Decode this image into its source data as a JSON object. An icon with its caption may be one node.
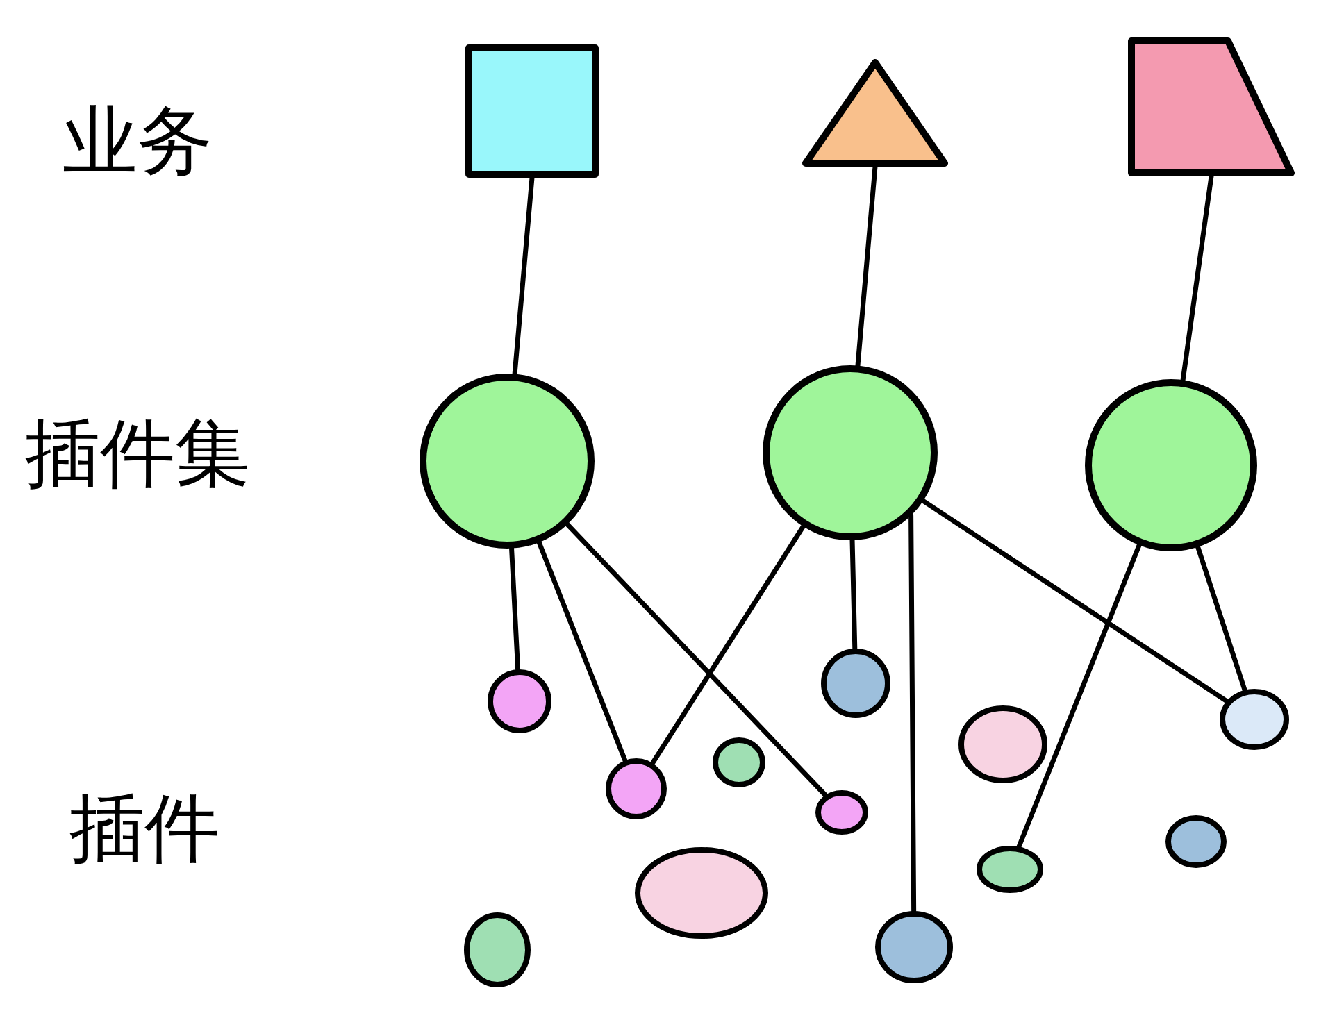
{
  "diagram": {
    "nodes": [
      {
        "text": [],
        "shape": "box"
      },
      {
        "text": [],
        "shape": "triangle"
      },
      {
        "text": [],
        "shape": "trapezoid"
      },
      {
        "text": [],
        "shape": "circle"
      },
      {
        "text": [],
        "shape": "circle"
      },
      {
        "text": [],
        "shape": "circle"
      },
      {
        "text": [],
        "shape": "circle"
      },
      {
        "text": [],
        "shape": "circle"
      },
      {
        "text": [],
        "shape": "circle"
      },
      {
        "text": [],
        "shape": "circle"
      },
      {
        "text": [],
        "shape": "circle"
      },
      {
        "text": [],
        "shape": "circle"
      },
      {
        "text": [],
        "shape": "circle"
      },
      {
        "text": [],
        "shape": "circle"
      },
      {
        "text": [],
        "shape": "circle"
      },
      {
        "text": [],
        "shape": "circle"
      },
      {
        "text": [],
        "shape": "circle"
      },
      {
        "text": [],
        "shape": "circle"
      }
    ],
    "edges": [
      {
        "from": 0,
        "to": 3,
        "arrow": "none"
      },
      {
        "from": 1,
        "to": 4,
        "arrow": "none"
      },
      {
        "from": 2,
        "to": 5,
        "arrow": "none"
      },
      {
        "from": 3,
        "to": 6,
        "arrow": "none"
      },
      {
        "from": 3,
        "to": 10,
        "arrow": "none"
      },
      {
        "from": 3,
        "to": 12,
        "arrow": "none"
      },
      {
        "from": 4,
        "to": 10,
        "arrow": "none"
      },
      {
        "from": 4,
        "to": 7,
        "arrow": "none"
      },
      {
        "from": 4,
        "to": 17,
        "arrow": "none"
      },
      {
        "from": 4,
        "to": 8,
        "arrow": "none"
      },
      {
        "from": 5,
        "to": 14,
        "arrow": "none"
      },
      {
        "from": 5,
        "to": 8,
        "arrow": "none"
      }
    ],
    "labels": [
      "业务",
      "插件集",
      "插件"
    ]
  }
}
